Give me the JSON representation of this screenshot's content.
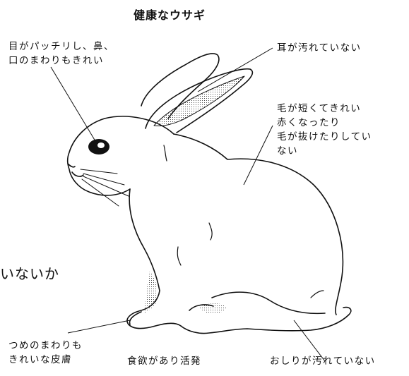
{
  "title": "健康なウサギ",
  "labels": {
    "eyes_nose_mouth": [
      "目がパッチリし、鼻、",
      "口のまわりもきれい"
    ],
    "ears": "耳が汚れていない",
    "fur": [
      "毛が短くてきれい",
      "赤くなったり",
      "毛が抜けたりしてい",
      "ない"
    ],
    "nails_skin": [
      "つめのまわりも",
      "きれいな皮膚"
    ],
    "appetite": "食欲があり活発",
    "rear": "おしりが汚れていない"
  },
  "partial_text": "いないか"
}
